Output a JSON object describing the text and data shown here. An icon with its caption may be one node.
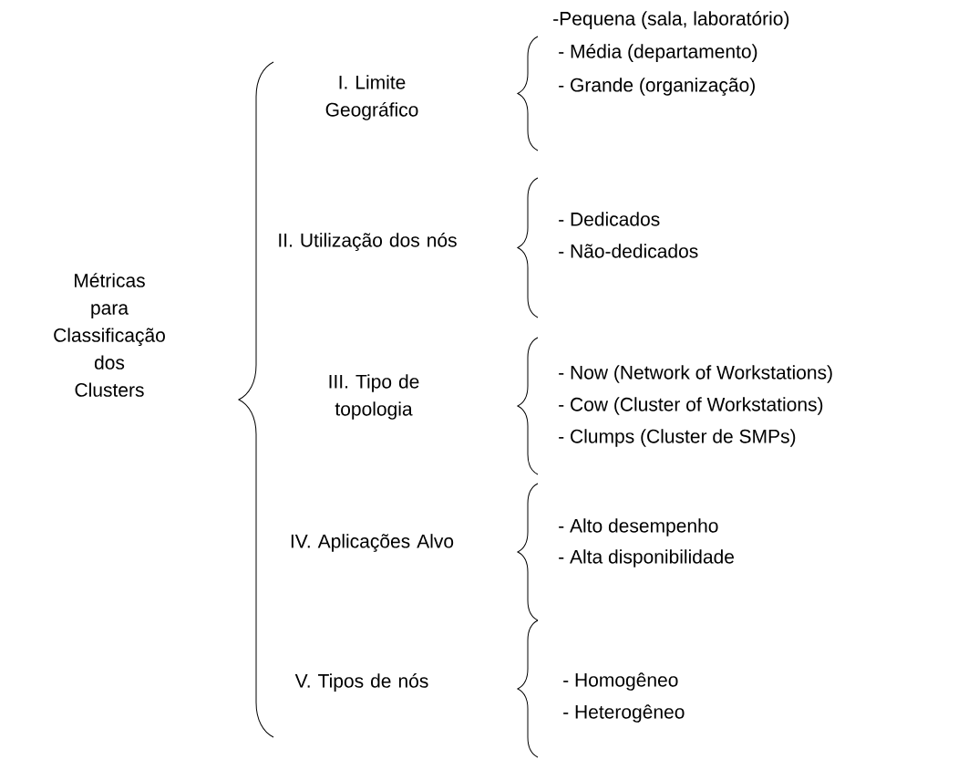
{
  "diagram": {
    "labels": [
      "Métricas para Classificação dos Clusters",
      "I. Limite Geográfico",
      "-Pequena (sala, laboratório)",
      "- Média (departamento)",
      "- Grande (organização)",
      "II. Utilização dos nós",
      "- Dedicados",
      "- Não-dedicados",
      "III. Tipo de topologia",
      "- Now (Network of Workstations)",
      "- Cow (Cluster of Workstations)",
      "- Clumps (Cluster de SMPs)",
      "IV. Aplicações Alvo",
      "- Alto desempenho",
      "- Alta disponibilidade",
      "V. Tipos de nós",
      "- Homogêneo",
      "- Heterogêneo"
    ]
  }
}
